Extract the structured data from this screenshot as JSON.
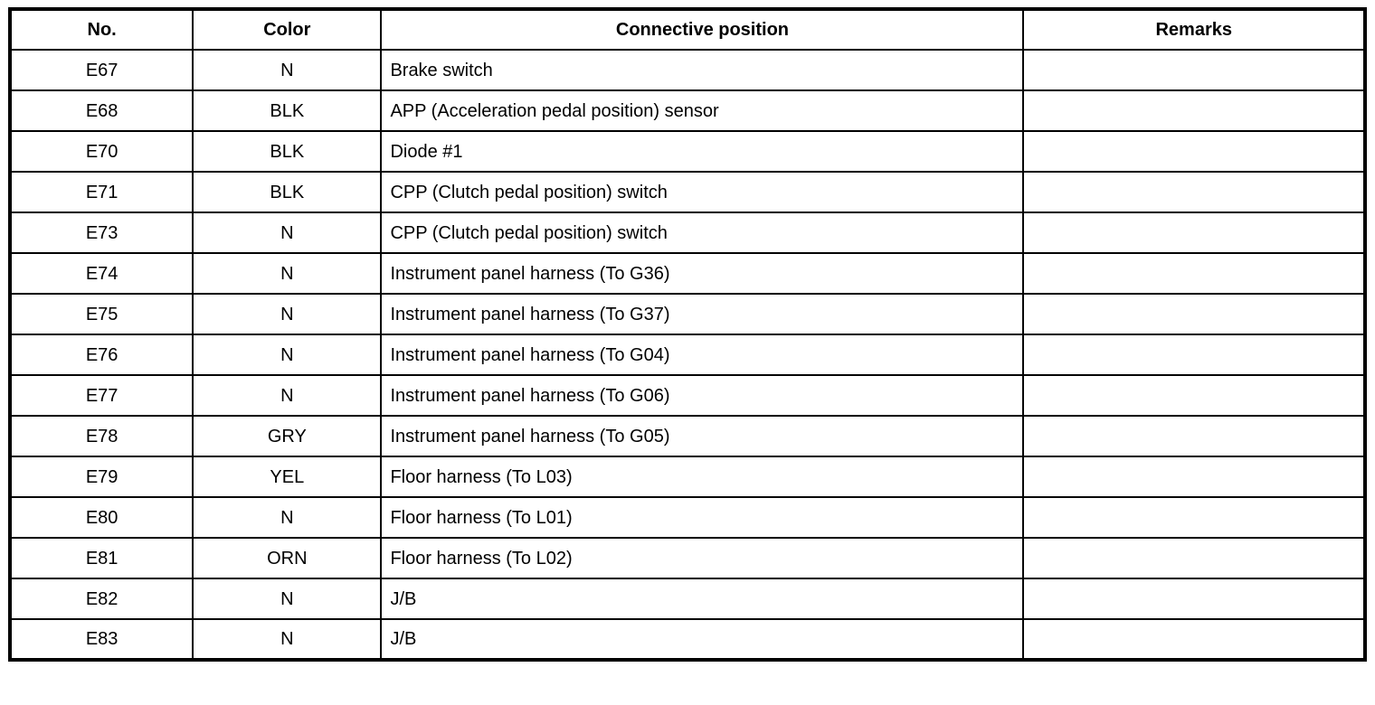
{
  "table": {
    "columns": [
      {
        "key": "no",
        "label": "No."
      },
      {
        "key": "color",
        "label": "Color"
      },
      {
        "key": "position",
        "label": "Connective position"
      },
      {
        "key": "remarks",
        "label": "Remarks"
      }
    ],
    "rows": [
      {
        "no": "E67",
        "color": "N",
        "position": "Brake switch",
        "remarks": ""
      },
      {
        "no": "E68",
        "color": "BLK",
        "position": "APP (Acceleration pedal position) sensor",
        "remarks": ""
      },
      {
        "no": "E70",
        "color": "BLK",
        "position": "Diode #1",
        "remarks": ""
      },
      {
        "no": "E71",
        "color": "BLK",
        "position": "CPP (Clutch pedal position) switch",
        "remarks": ""
      },
      {
        "no": "E73",
        "color": "N",
        "position": "CPP (Clutch pedal position) switch",
        "remarks": ""
      },
      {
        "no": "E74",
        "color": "N",
        "position": "Instrument panel harness (To G36)",
        "remarks": ""
      },
      {
        "no": "E75",
        "color": "N",
        "position": "Instrument panel harness (To G37)",
        "remarks": ""
      },
      {
        "no": "E76",
        "color": "N",
        "position": "Instrument panel harness (To G04)",
        "remarks": ""
      },
      {
        "no": "E77",
        "color": "N",
        "position": "Instrument panel harness (To G06)",
        "remarks": ""
      },
      {
        "no": "E78",
        "color": "GRY",
        "position": "Instrument panel harness (To G05)",
        "remarks": ""
      },
      {
        "no": "E79",
        "color": "YEL",
        "position": "Floor harness (To L03)",
        "remarks": ""
      },
      {
        "no": "E80",
        "color": "N",
        "position": "Floor harness (To L01)",
        "remarks": ""
      },
      {
        "no": "E81",
        "color": "ORN",
        "position": "Floor harness (To L02)",
        "remarks": ""
      },
      {
        "no": "E82",
        "color": "N",
        "position": "J/B",
        "remarks": ""
      },
      {
        "no": "E83",
        "color": "N",
        "position": "J/B",
        "remarks": ""
      }
    ],
    "colors": {
      "border": "#000000",
      "background": "#ffffff",
      "text": "#000000"
    }
  }
}
